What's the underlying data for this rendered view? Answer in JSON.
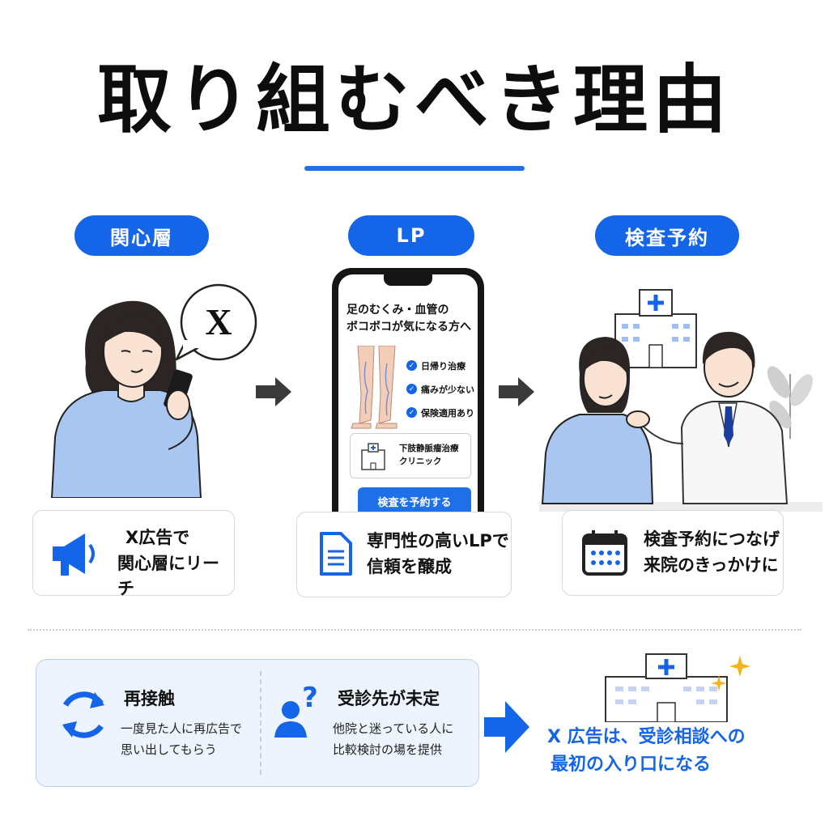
{
  "title": "取り組むべき理由",
  "steps": [
    {
      "label": "関心層",
      "card_line1": "X広告で",
      "card_line2": "関心層にリーチ",
      "icon": "megaphone-icon"
    },
    {
      "label": "LP",
      "card_line1": "専門性の高いLPで",
      "card_line2": "信頼を醸成",
      "icon": "document-icon"
    },
    {
      "label": "検査予約",
      "card_line1": "検査予約につなげ",
      "card_line2": "来院のきっかけに",
      "icon": "calendar-icon"
    }
  ],
  "social_bubble": {
    "glyph": "X",
    "icon": "x-logo-icon"
  },
  "lp": {
    "heading_line1": "足のむくみ・血管の",
    "heading_line2": "ボコボコが気になる方へ",
    "checks": [
      "日帰り治療",
      "痛みが少ない",
      "保険適用あり"
    ],
    "clinic_line1": "下肢静脈瘤治療",
    "clinic_line2": "クリニック",
    "cta": "検査を予約する"
  },
  "bottom": {
    "items": [
      {
        "title": "再接触",
        "line1": "一度見た人に再広告で",
        "line2": "思い出してもらう",
        "icon": "refresh-icon"
      },
      {
        "title": "受診先が未定",
        "line1": "他院と迷っている人に",
        "line2": "比較検討の場を提供",
        "icon": "person-question-icon"
      }
    ],
    "conclusion_line1": "X 広告は、受診相談への",
    "conclusion_line2": "最初の入り口になる"
  },
  "colors": {
    "accent": "#1565e8",
    "person_shirt": "#a9c6f1",
    "hair": "#2b2523"
  }
}
